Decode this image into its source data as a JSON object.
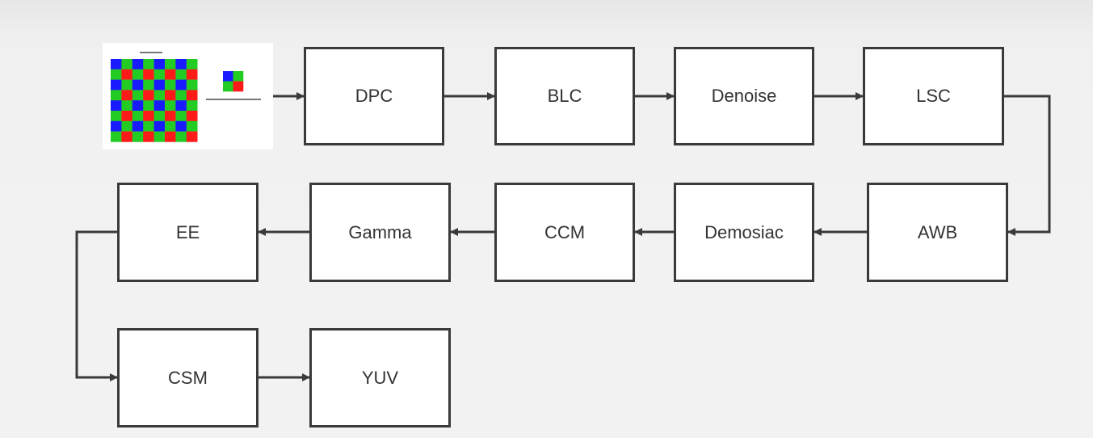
{
  "diagram": {
    "colors": {
      "stroke": "#3a3a3a",
      "box_fill": "#ffffff",
      "text": "#333333",
      "bayer_red": "#ff1a1a",
      "bayer_green": "#22cc22",
      "bayer_blue": "#1a1aff"
    },
    "nodes": [
      {
        "id": "dpc",
        "label": "DPC"
      },
      {
        "id": "blc",
        "label": "BLC"
      },
      {
        "id": "denoise",
        "label": "Denoise"
      },
      {
        "id": "lsc",
        "label": "LSC"
      },
      {
        "id": "awb",
        "label": "AWB"
      },
      {
        "id": "demosiac",
        "label": "Demosiac"
      },
      {
        "id": "ccm",
        "label": "CCM"
      },
      {
        "id": "gamma",
        "label": "Gamma"
      },
      {
        "id": "ee",
        "label": "EE"
      },
      {
        "id": "csm",
        "label": "CSM"
      },
      {
        "id": "yuv",
        "label": "YUV"
      }
    ],
    "edges": [
      [
        "bayer-raw",
        "dpc"
      ],
      [
        "dpc",
        "blc"
      ],
      [
        "blc",
        "denoise"
      ],
      [
        "denoise",
        "lsc"
      ],
      [
        "lsc",
        "awb"
      ],
      [
        "awb",
        "demosiac"
      ],
      [
        "demosiac",
        "ccm"
      ],
      [
        "ccm",
        "gamma"
      ],
      [
        "gamma",
        "ee"
      ],
      [
        "ee",
        "csm"
      ],
      [
        "csm",
        "yuv"
      ]
    ],
    "input_image": {
      "description_icon": "bayer-pattern-icon",
      "title_text": "",
      "cell_caption": ""
    }
  }
}
